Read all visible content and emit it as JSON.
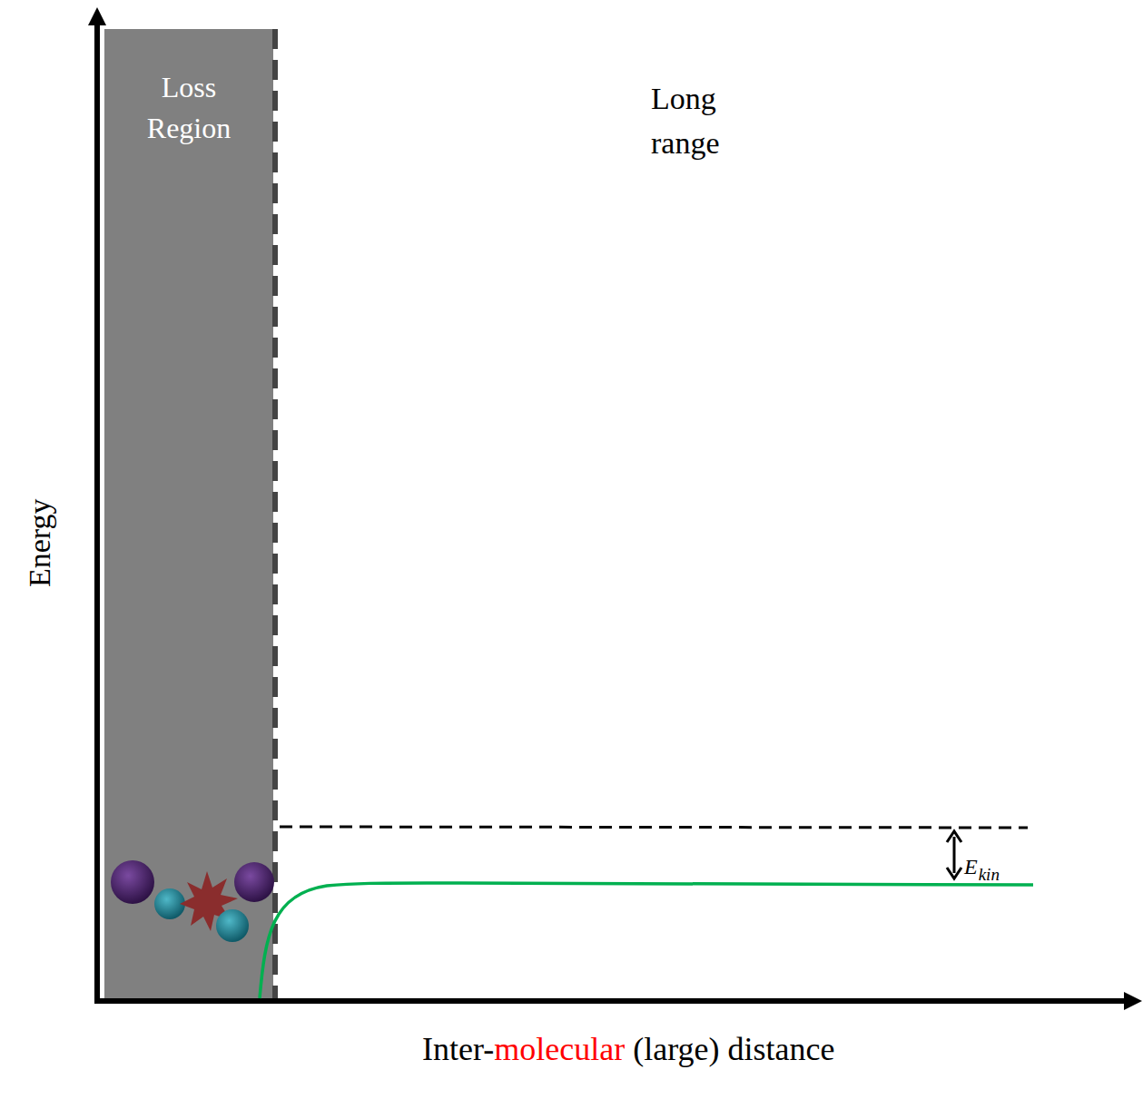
{
  "diagram": {
    "nodes": [
      {
        "text": [
          "Loss Region"
        ]
      }
    ],
    "labels": [
      "Long range",
      "Energy",
      "E",
      "kin",
      "Inter-",
      "molecular",
      "(large) distance"
    ]
  }
}
